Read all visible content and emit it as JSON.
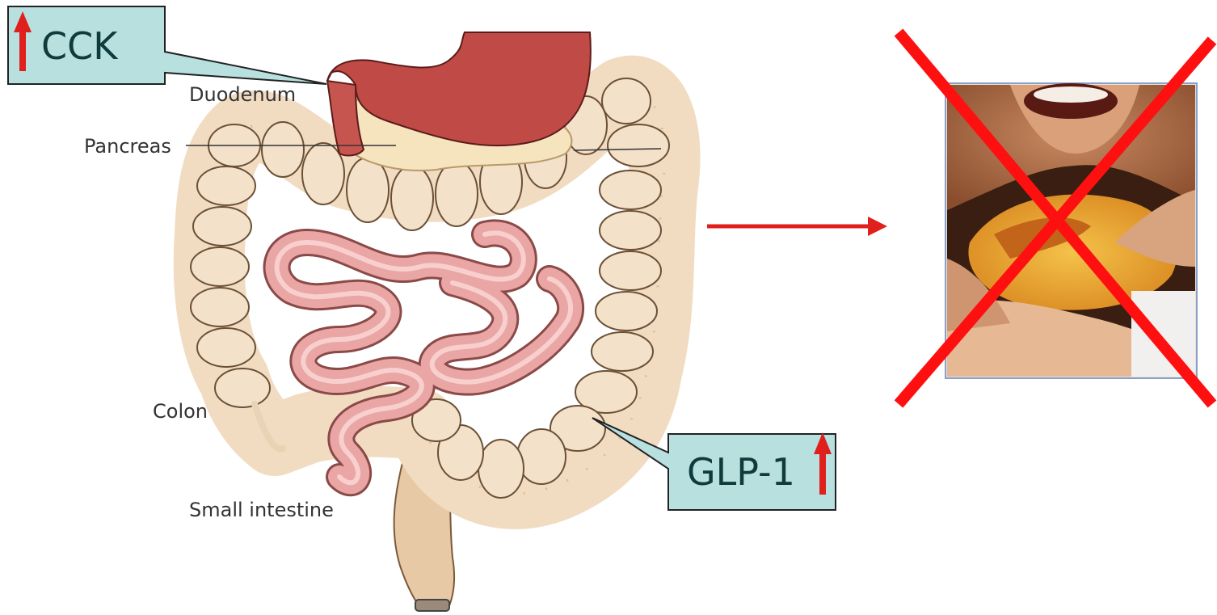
{
  "labels": {
    "duodenum": "Duodenum",
    "pancreas": "Pancreas",
    "colon": "Colon",
    "small_intestine": "Small intestine"
  },
  "callouts": {
    "cck": {
      "text": "CCK",
      "trend": "up"
    },
    "glp1": {
      "text": "GLP-1",
      "trend": "up"
    }
  },
  "colors": {
    "callout_fill": "#b7e0df",
    "callout_text": "#0f3b3d",
    "arrow_red": "#e0201c",
    "cross_red": "#ff1010",
    "stomach": "#c04a45",
    "colon": "#f1dcc2",
    "small_intestine": "#eaa6a4",
    "pancreas": "#f5e4be"
  },
  "icons": [
    "up-arrow-icon",
    "right-arrow-icon",
    "cross-out-icon"
  ]
}
